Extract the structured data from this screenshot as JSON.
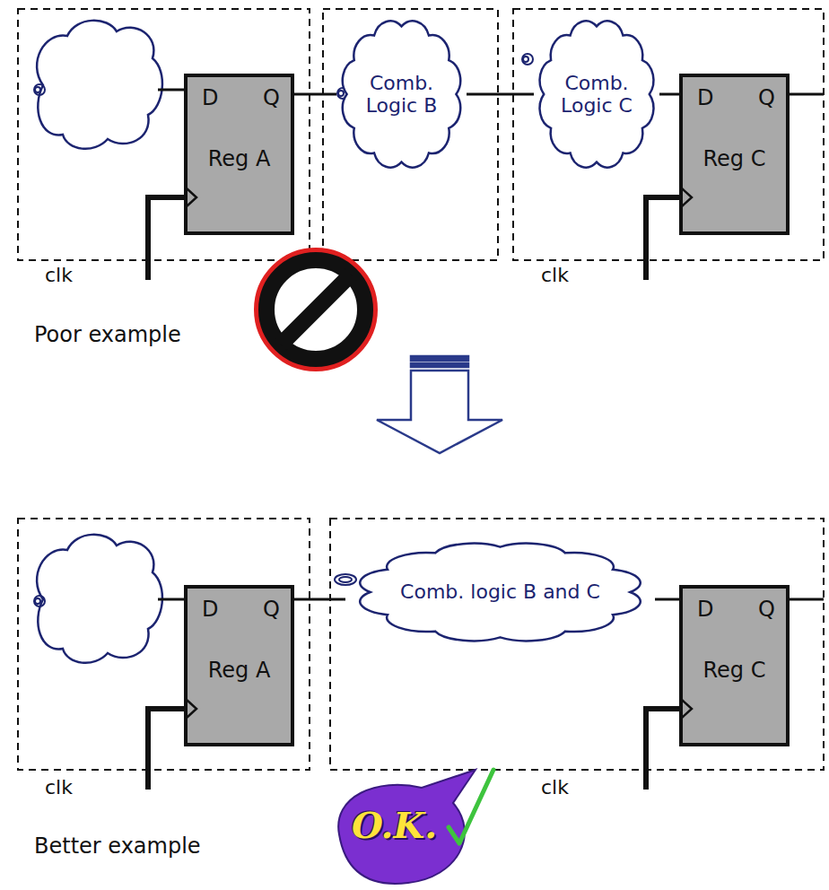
{
  "diagram": {
    "nodes": [
      {
        "text": [
          "D",
          "Q",
          "Reg A"
        ]
      },
      {
        "text": [
          "Comb. Logic B"
        ]
      },
      {
        "text": [
          "Comb. Logic C"
        ]
      },
      {
        "text": [
          "D",
          "Q",
          "Reg C"
        ]
      },
      {
        "text": [
          "D",
          "Q",
          "Reg A"
        ]
      },
      {
        "text": [
          "Comb. logic B and C"
        ]
      },
      {
        "text": [
          "D",
          "Q",
          "Reg C"
        ]
      }
    ],
    "edges": [
      {
        "from": 0,
        "to": 1,
        "arrow": "none"
      },
      {
        "from": 1,
        "to": 2,
        "arrow": "none"
      },
      {
        "from": 2,
        "to": 3,
        "arrow": "none"
      },
      {
        "from": 4,
        "to": 5,
        "arrow": "none"
      },
      {
        "from": 5,
        "to": 6,
        "arrow": "none"
      }
    ],
    "labels": [
      "clk",
      "clk",
      "Poor example",
      "clk",
      "clk",
      "Better example",
      "O.K."
    ]
  }
}
